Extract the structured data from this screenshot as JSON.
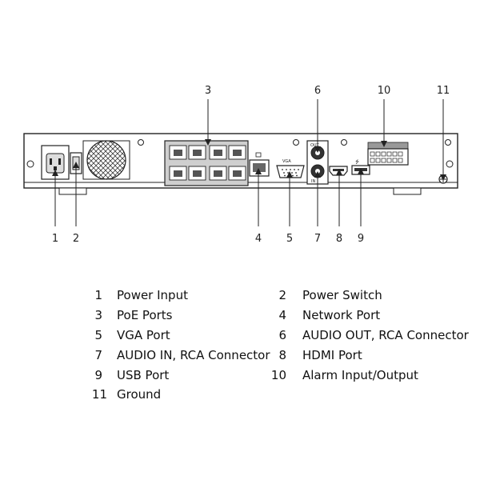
{
  "callouts": [
    {
      "n": "1"
    },
    {
      "n": "2"
    },
    {
      "n": "3"
    },
    {
      "n": "4"
    },
    {
      "n": "5"
    },
    {
      "n": "6"
    },
    {
      "n": "7"
    },
    {
      "n": "8"
    },
    {
      "n": "9"
    },
    {
      "n": "10"
    },
    {
      "n": "11"
    }
  ],
  "panel_labels": {
    "vga": "VGA",
    "out": "OUT",
    "in": "IN"
  },
  "legend": [
    {
      "n": "1",
      "label": "Power Input"
    },
    {
      "n": "2",
      "label": "Power Switch"
    },
    {
      "n": "3",
      "label": "PoE Ports"
    },
    {
      "n": "4",
      "label": "Network Port"
    },
    {
      "n": "5",
      "label": "VGA Port"
    },
    {
      "n": "6",
      "label": "AUDIO OUT, RCA Connector"
    },
    {
      "n": "7",
      "label": "AUDIO IN, RCA Connector"
    },
    {
      "n": "8",
      "label": "HDMI Port"
    },
    {
      "n": "9",
      "label": "USB Port"
    },
    {
      "n": "10",
      "label": "Alarm Input/Output"
    },
    {
      "n": "11",
      "label": "Ground"
    }
  ]
}
